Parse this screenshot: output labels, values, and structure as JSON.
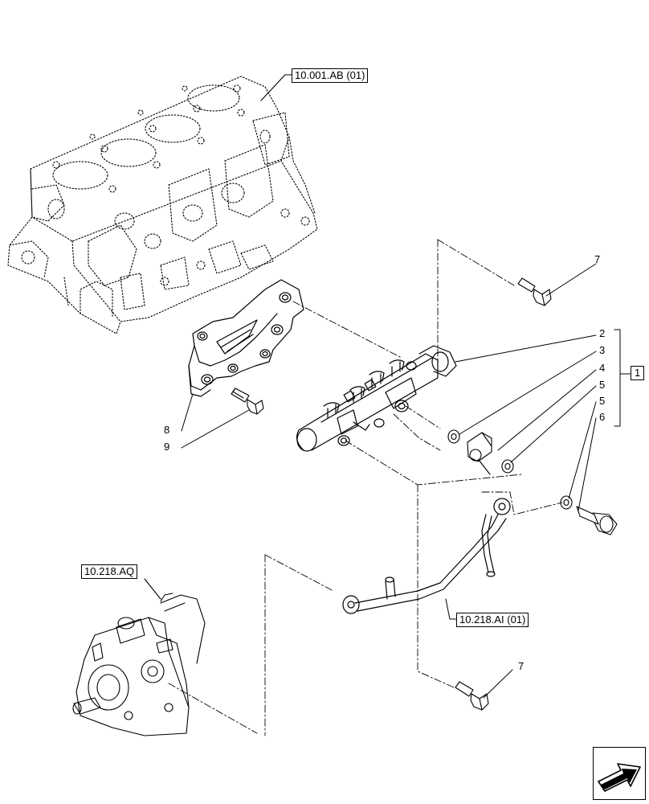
{
  "references": {
    "engine_block": "10.001.AB (01)",
    "pump": "10.218.AQ",
    "pipe": "10.218.AI (01)"
  },
  "callouts": {
    "c2": "2",
    "c3": "3",
    "c4": "4",
    "c5a": "5",
    "c5b": "5",
    "c6": "6",
    "c7_top": "7",
    "c7_bottom": "7",
    "c8": "8",
    "c9": "9",
    "group": "1"
  },
  "icons": {
    "navigation": "next-page-arrow-icon"
  }
}
